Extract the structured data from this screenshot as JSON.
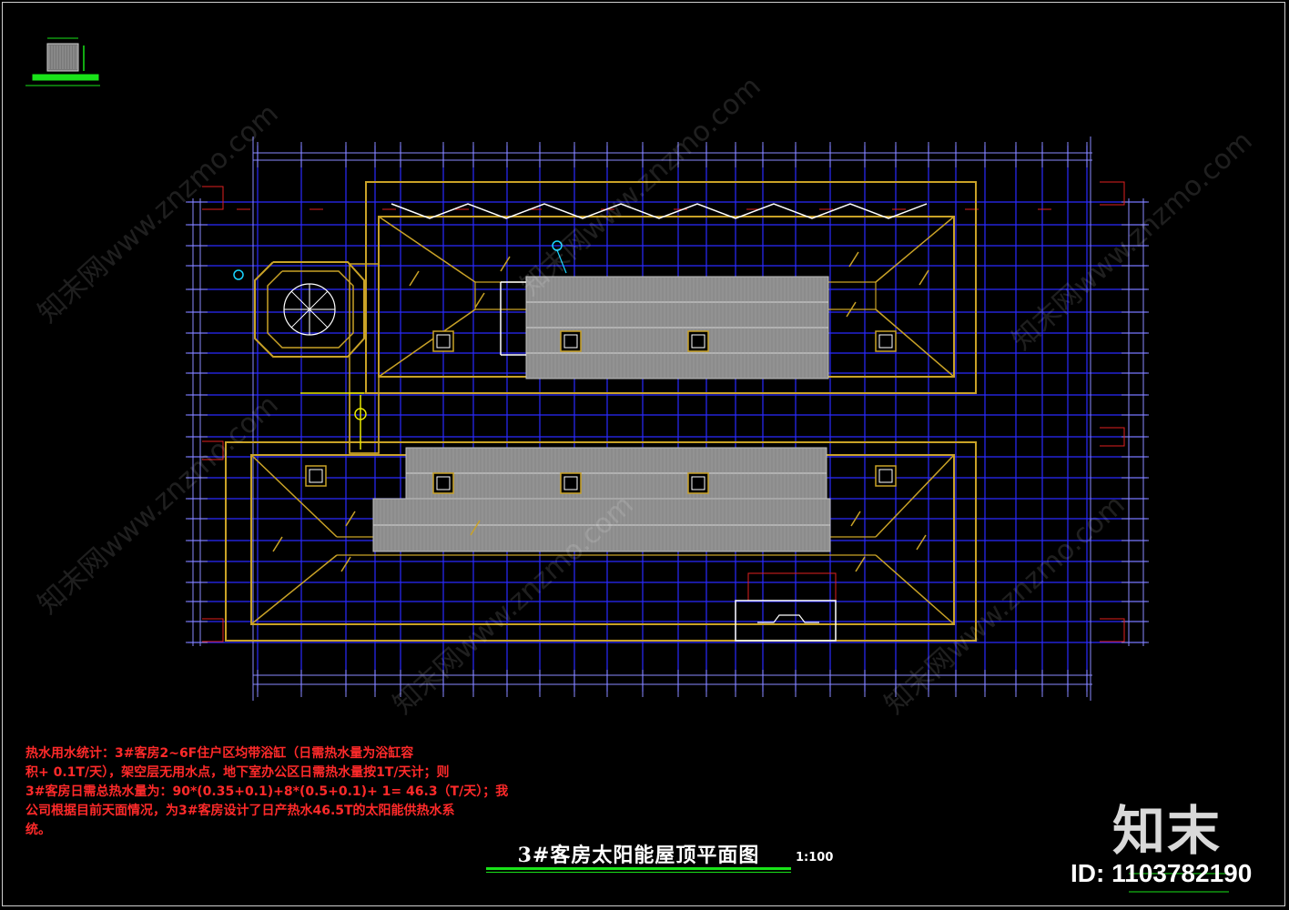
{
  "note": {
    "lines": [
      "热水用水统计：3#客房2~6F住户区均带浴缸（日需热水量为浴缸容",
      "积+ 0.1T/天），架空层无用水点，地下室办公区日需热水量按1T/天计；则",
      "3#客房日需总热水量为：90*(0.35+0.1)+8*(0.5+0.1)+ 1= 46.3（T/天）；我",
      "公司根据目前天面情况，为3#客房设计了日产热水46.5T的太阳能供热水系",
      "统。"
    ]
  },
  "drawing": {
    "title": "3#客房太阳能屋顶平面图",
    "scale": "1:100"
  },
  "watermark": {
    "logo": "知末",
    "id": "ID: 1103782190",
    "site": "知末网www.znzmo.com"
  },
  "colors": {
    "background": "#000000",
    "grid": "#2a2aff",
    "grid_light": "#8a8aff",
    "outline": "#c9a227",
    "dimension": "#e02020",
    "panel": "#8c8c8c",
    "accent_green": "#19e319",
    "accent_cyan": "#19d4ff"
  }
}
